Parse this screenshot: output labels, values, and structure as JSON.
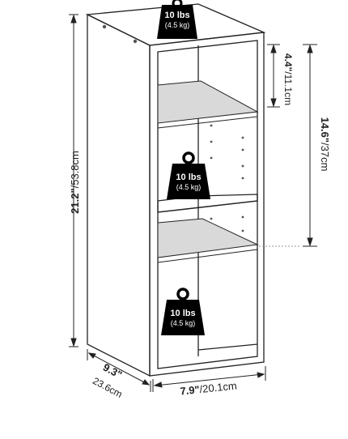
{
  "dimensions": {
    "height": {
      "imperial": "21.2\"",
      "metric": "/53.8cm"
    },
    "shelf_spacing": {
      "imperial": "4.4\"",
      "metric": "/11.1cm"
    },
    "cubby_height": {
      "imperial": "14.6\"",
      "metric": "/37cm"
    },
    "depth": {
      "imperial": "9.3\"",
      "metric": "23.6cm"
    },
    "width": {
      "imperial": "7.9\"",
      "metric": "/20.1cm"
    }
  },
  "weight_badges": [
    {
      "lbs": "10 lbs",
      "kg": "(4.5 kg)"
    },
    {
      "lbs": "10 lbs",
      "kg": "(4.5 kg)"
    },
    {
      "lbs": "10 lbs",
      "kg": "(4.5 kg)"
    }
  ],
  "colors": {
    "line": "#222222",
    "shelf_fill": "#d9d9d9",
    "badge": "#000000",
    "badge_text": "#ffffff"
  }
}
